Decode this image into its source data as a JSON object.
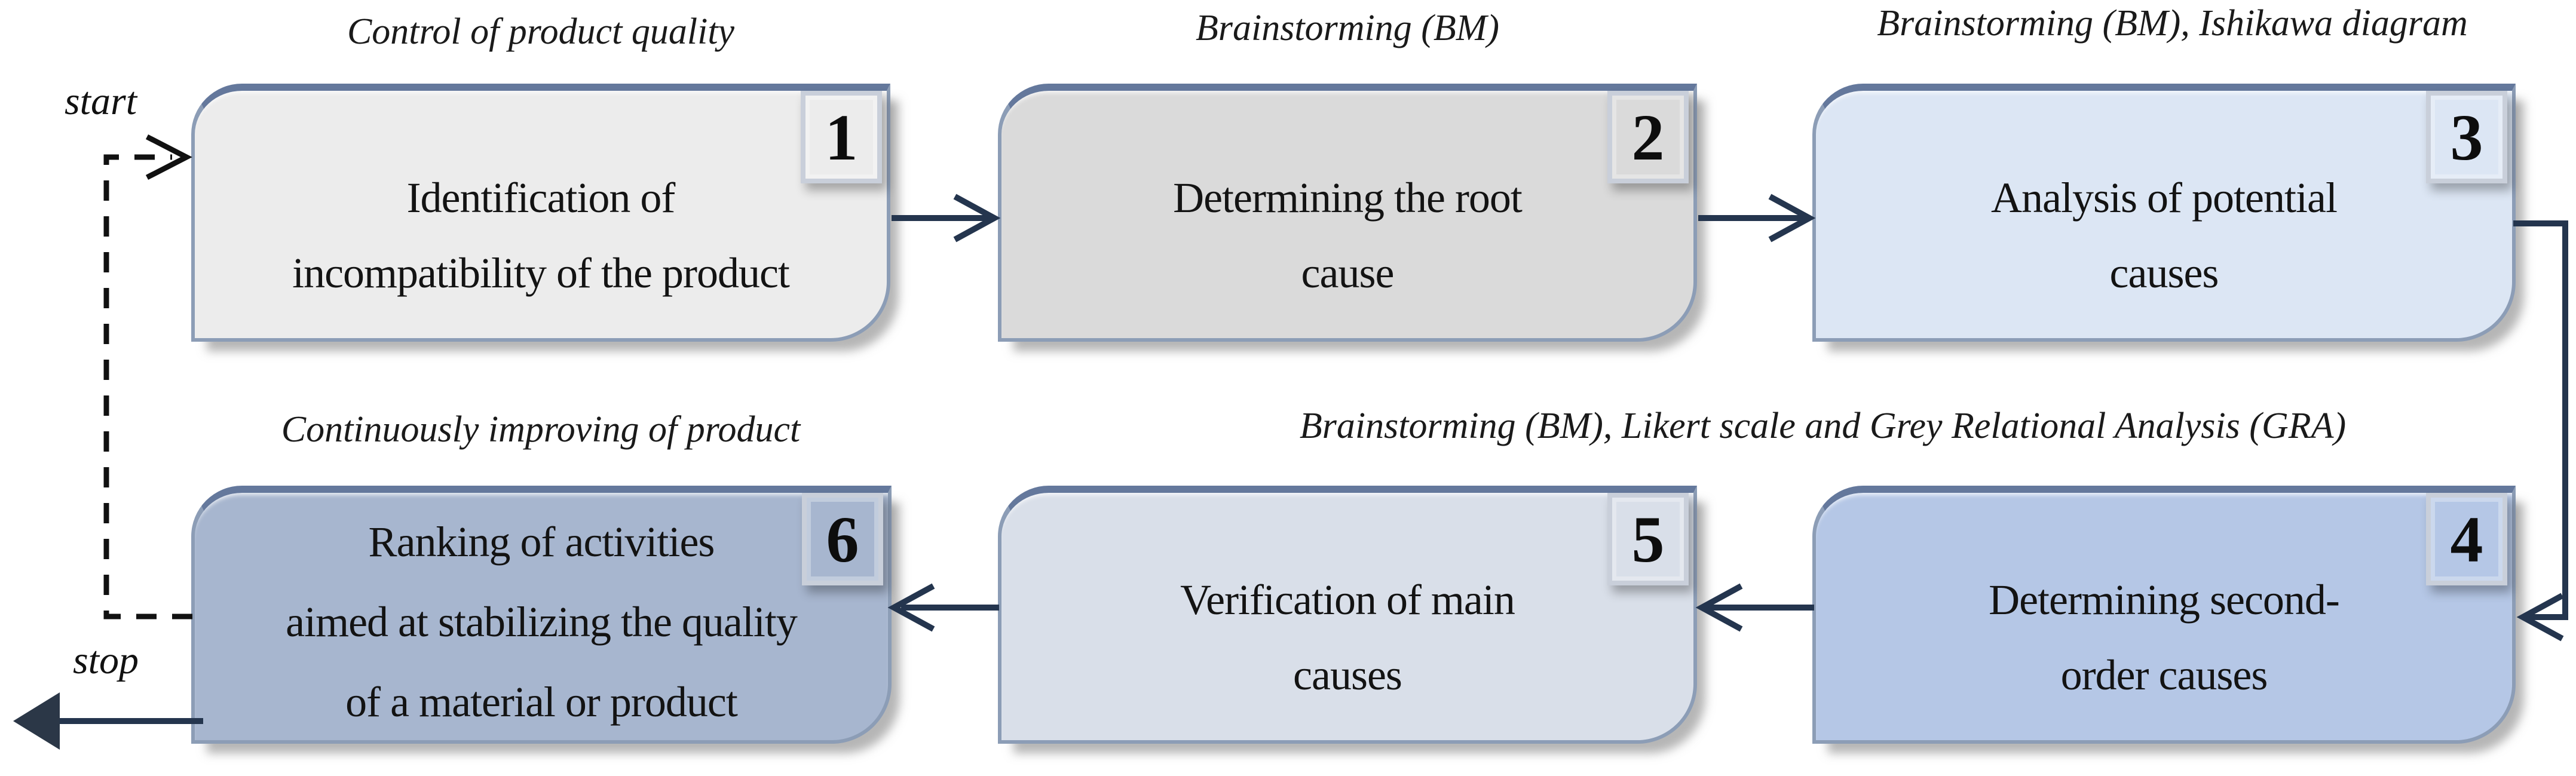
{
  "figure": {
    "start_label": "start",
    "stop_label": "stop"
  },
  "steps": [
    {
      "number": "1",
      "text": "Identification of\nincompatibility of the product",
      "fill": "#ececec"
    },
    {
      "number": "2",
      "text": "Determining the root\ncause",
      "fill": "#dadada"
    },
    {
      "number": "3",
      "text": "Analysis of potential\ncauses",
      "fill": "#dce6f4"
    },
    {
      "number": "4",
      "text": "Determining second-\norder causes",
      "fill": "#b5c7e6"
    },
    {
      "number": "5",
      "text": "Verification of main\ncauses",
      "fill": "#d9dfe9"
    },
    {
      "number": "6",
      "text": "Ranking of activities\naimed at stabilizing the quality\nof a material or product",
      "fill": "#a7b6cf"
    }
  ],
  "method_labels": [
    "Control of product quality",
    "Brainstorming (BM)",
    "Brainstorming (BM), Ishikawa diagram",
    "Brainstorming (BM), Likert scale and Grey Relational Analysis (GRA)",
    "Continuously improving of product"
  ],
  "colors": {
    "connector": "#24354e",
    "dashed_line": "#111111",
    "box_border": "#8c9db6",
    "box_border_top": "#64789c",
    "badge_border": "#c9cfda",
    "text": "#131313"
  }
}
